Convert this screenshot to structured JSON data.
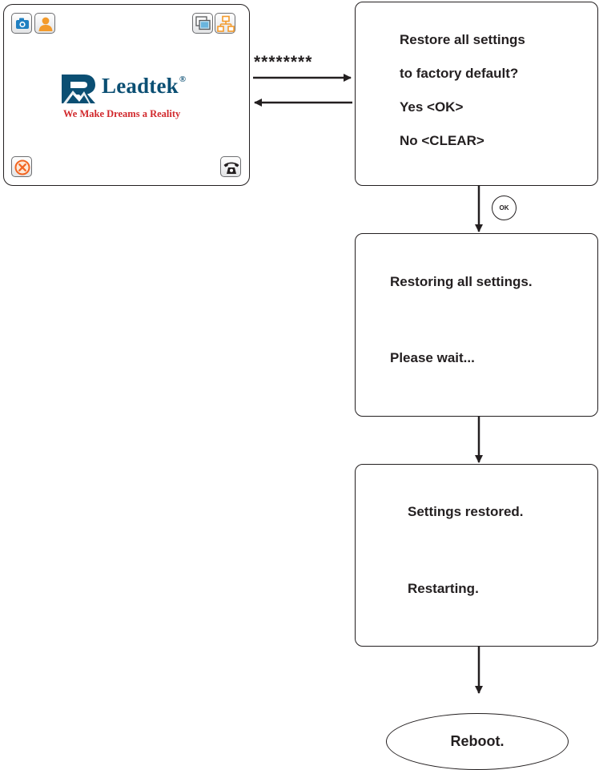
{
  "device_screen": {
    "icons": [
      "camera-icon",
      "person-icon",
      "screens-icon",
      "network-icon",
      "cancel-icon",
      "phone-icon"
    ],
    "logo": {
      "name": "Leadtek",
      "registered": "®",
      "tagline": "We Make Dreams a Reality"
    },
    "colors": {
      "camera": "#1f7fc1",
      "person": "#f39a2b",
      "logo_text": "#0b4f73",
      "tagline": "#d1282c"
    }
  },
  "password_input": "********",
  "confirm_box": {
    "lines": [
      "Restore all settings",
      "to factory default?",
      "Yes <OK>",
      "No <CLEAR>"
    ]
  },
  "ok_key": "OK",
  "restoring_box": {
    "lines": [
      "Restoring all settings.",
      "Please wait..."
    ]
  },
  "restored_box": {
    "lines": [
      "Settings restored.",
      "Restarting."
    ]
  },
  "end_state": "Reboot."
}
